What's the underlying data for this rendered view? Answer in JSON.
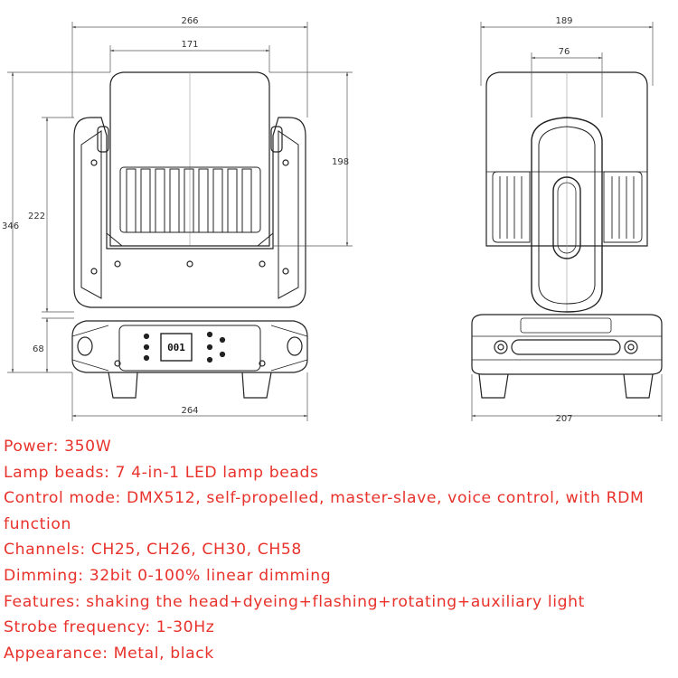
{
  "dimensions": {
    "front_top_width": "266",
    "front_inner_width": "171",
    "front_total_height": "346",
    "front_arm_height": "222",
    "front_head_height": "198",
    "front_base_height": "68",
    "front_base_width": "264",
    "side_top_width": "189",
    "side_inner_width": "76",
    "side_base_width": "207"
  },
  "display_readout": "001",
  "specs": [
    "Power: 350W",
    "Lamp beads: 7 4-in-1 LED lamp beads",
    "Control mode: DMX512, self-propelled, master-slave, voice control, with RDM function",
    "Channels: CH25, CH26, CH30, CH58",
    "Dimming: 32bit 0-100% linear dimming",
    "Features: shaking the head+dyeing+flashing+rotating+auxiliary light",
    "Strobe frequency: 1-30Hz",
    "Appearance: Metal, black"
  ]
}
